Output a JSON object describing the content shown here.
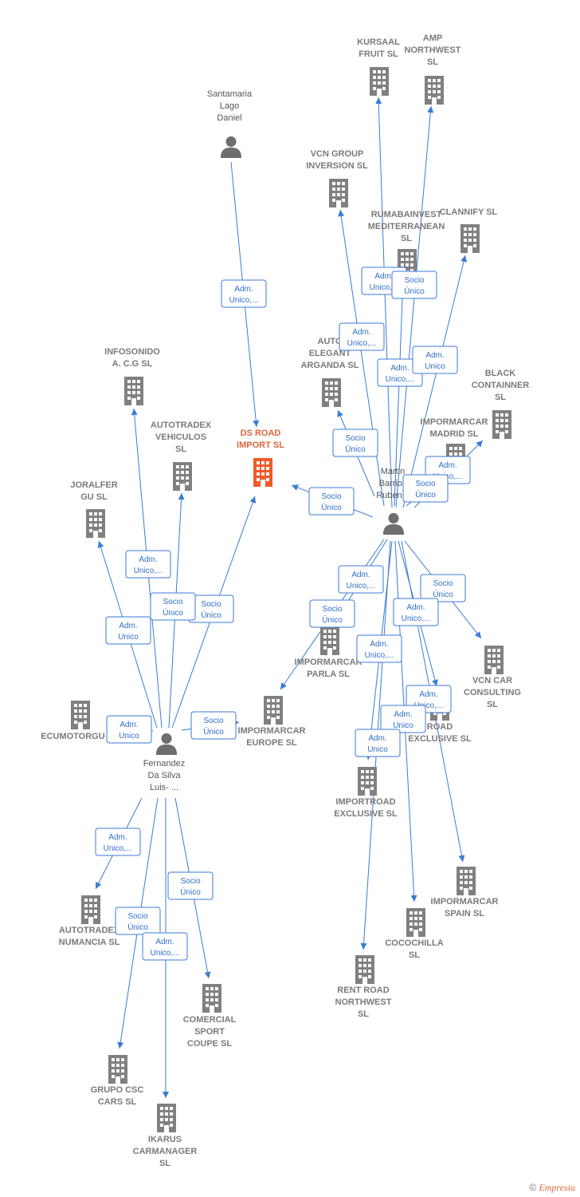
{
  "colors": {
    "edge": "#3a7bd5",
    "company": "#808080",
    "main_company": "#f05a28",
    "person": "#6e6e6e"
  },
  "footer": {
    "copyright": "©",
    "brand": "Empresia"
  },
  "main_company": {
    "id": "ds-road",
    "lines": [
      "DS ROAD",
      "IMPORT  SL"
    ]
  },
  "people": [
    {
      "id": "santamaria",
      "lines": [
        "Santamaria",
        "Lago",
        "Daniel"
      ]
    },
    {
      "id": "martin",
      "lines": [
        "Martin",
        "Barrios",
        "Ruben..."
      ]
    },
    {
      "id": "fernandez",
      "lines": [
        "Fernandez",
        "Da Silva",
        "Luis- ..."
      ]
    }
  ],
  "companies": [
    {
      "id": "kursaal",
      "lines": [
        "KURSAAL",
        "FRUIT  SL"
      ]
    },
    {
      "id": "amp",
      "lines": [
        "AMP",
        "NORTHWEST",
        "SL"
      ]
    },
    {
      "id": "vcn-group",
      "lines": [
        "VCN GROUP",
        "INVERSION  SL"
      ]
    },
    {
      "id": "rumabainvest",
      "lines": [
        "RUMABAINVEST",
        "MEDITERRANEAN",
        "SL"
      ]
    },
    {
      "id": "clannify",
      "lines": [
        "CLANNIFY  SL"
      ]
    },
    {
      "id": "auto-elegant",
      "lines": [
        "AUTO",
        "ELEGANT",
        "ARGANDA  SL"
      ]
    },
    {
      "id": "black-containner",
      "lines": [
        "BLACK",
        "CONTAINNER",
        "SL"
      ]
    },
    {
      "id": "impormarcar-madrid",
      "lines": [
        "IMPORMARCAR",
        "MADRID  SL"
      ]
    },
    {
      "id": "infosonido",
      "lines": [
        "INFOSONIDO",
        "A. C.G SL"
      ]
    },
    {
      "id": "autotradex-vehiculos",
      "lines": [
        "AUTOTRADEX",
        "VEHICULOS",
        "SL"
      ]
    },
    {
      "id": "joralfer",
      "lines": [
        "JORALFER",
        "GU  SL"
      ]
    },
    {
      "id": "impormarcar-parla",
      "lines": [
        "IMPORMARCAR",
        "PARLA  SL"
      ]
    },
    {
      "id": "vcn-car",
      "lines": [
        "VCN CAR",
        "CONSULTING",
        "SL"
      ]
    },
    {
      "id": "ecumotorgu",
      "lines": [
        "ECUMOTORGU  SL"
      ]
    },
    {
      "id": "impormarcar-europe",
      "lines": [
        "IMPORMARCAR",
        "EUROPE  SL"
      ]
    },
    {
      "id": "road-exclusive",
      "lines": [
        "ROAD",
        "EXCLUSIVE  SL"
      ]
    },
    {
      "id": "importroad",
      "lines": [
        "IMPORTROAD",
        "EXCLUSIVE  SL"
      ]
    },
    {
      "id": "impormarcar-spain",
      "lines": [
        "IMPORMARCAR",
        "SPAIN  SL"
      ]
    },
    {
      "id": "autotradex-numancia",
      "lines": [
        "AUTOTRADEX",
        "NUMANCIA  SL"
      ]
    },
    {
      "id": "cocochilla",
      "lines": [
        "COCOCHILLA",
        "SL"
      ]
    },
    {
      "id": "rent-road",
      "lines": [
        "RENT ROAD",
        "NORTHWEST",
        "SL"
      ]
    },
    {
      "id": "comercial-sport",
      "lines": [
        "COMERCIAL",
        "SPORT",
        "COUPE SL"
      ]
    },
    {
      "id": "grupo-csc",
      "lines": [
        "GRUPO CSC",
        "CARS  SL"
      ]
    },
    {
      "id": "ikarus",
      "lines": [
        "IKARUS",
        "CARMANAGER",
        "SL"
      ]
    }
  ],
  "edges": [
    {
      "from": "santamaria",
      "to": "ds-road",
      "label": [
        "Adm.",
        "Unico,..."
      ]
    },
    {
      "from": "martin",
      "to": "ds-road",
      "label": [
        "Socio",
        "Único"
      ]
    },
    {
      "from": "martin",
      "to": "kursaal",
      "label": [
        "Adm.",
        "Unico,..."
      ]
    },
    {
      "from": "martin",
      "to": "amp",
      "label": [
        "Socio",
        "Único"
      ]
    },
    {
      "from": "martin",
      "to": "vcn-group",
      "label": [
        "Adm.",
        "Unico,..."
      ]
    },
    {
      "from": "martin",
      "to": "rumabainvest",
      "label": [
        "Adm.",
        "Unico,..."
      ]
    },
    {
      "from": "martin",
      "to": "clannify",
      "label": [
        "Adm.",
        "Unico"
      ]
    },
    {
      "from": "martin",
      "to": "auto-elegant",
      "label": [
        "Socio",
        "Único"
      ]
    },
    {
      "from": "martin",
      "to": "black-containner",
      "label": [
        "Adm.",
        "Unico,..."
      ]
    },
    {
      "from": "martin",
      "to": "impormarcar-madrid",
      "label": [
        "Socio",
        "Único"
      ]
    },
    {
      "from": "martin",
      "to": "impormarcar-parla",
      "label": [
        "Adm.",
        "Unico,..."
      ]
    },
    {
      "from": "martin",
      "to": "impormarcar-europe",
      "label": [
        "Socio",
        "Único"
      ]
    },
    {
      "from": "martin",
      "to": "vcn-car",
      "label": [
        "Socio",
        "Único"
      ]
    },
    {
      "from": "martin",
      "to": "road-exclusive",
      "label": [
        "Adm.",
        "Unico,..."
      ]
    },
    {
      "from": "martin",
      "to": "importroad",
      "label": [
        "Adm.",
        "Unico,..."
      ]
    },
    {
      "from": "martin",
      "to": "impormarcar-spain",
      "label": [
        "Adm.",
        "Unico,..."
      ]
    },
    {
      "from": "martin",
      "to": "cocochilla",
      "label": [
        "Adm.",
        "Unico"
      ]
    },
    {
      "from": "martin",
      "to": "rent-road",
      "label": [
        "Adm.",
        "Unico"
      ]
    },
    {
      "from": "fernandez",
      "to": "ds-road",
      "label": [
        "Socio",
        "Único"
      ]
    },
    {
      "from": "fernandez",
      "to": "infosonido",
      "label": [
        "Adm.",
        "Unico,..."
      ]
    },
    {
      "from": "fernandez",
      "to": "autotradex-vehiculos",
      "label": [
        "Socio",
        "Único"
      ]
    },
    {
      "from": "fernandez",
      "to": "joralfer",
      "label": [
        "Adm.",
        "Unico"
      ]
    },
    {
      "from": "fernandez",
      "to": "ecumotorgu",
      "label": [
        "Adm.",
        "Unico"
      ]
    },
    {
      "from": "fernandez",
      "to": "impormarcar-europe",
      "label": [
        "Socio",
        "Único"
      ]
    },
    {
      "from": "fernandez",
      "to": "autotradex-numancia",
      "label": [
        "Adm.",
        "Unico,..."
      ]
    },
    {
      "from": "fernandez",
      "to": "comercial-sport",
      "label": [
        "Socio",
        "Único"
      ]
    },
    {
      "from": "fernandez",
      "to": "grupo-csc",
      "label": [
        "Socio",
        "Único"
      ]
    },
    {
      "from": "fernandez",
      "to": "ikarus",
      "label": [
        "Adm.",
        "Unico,..."
      ]
    }
  ]
}
